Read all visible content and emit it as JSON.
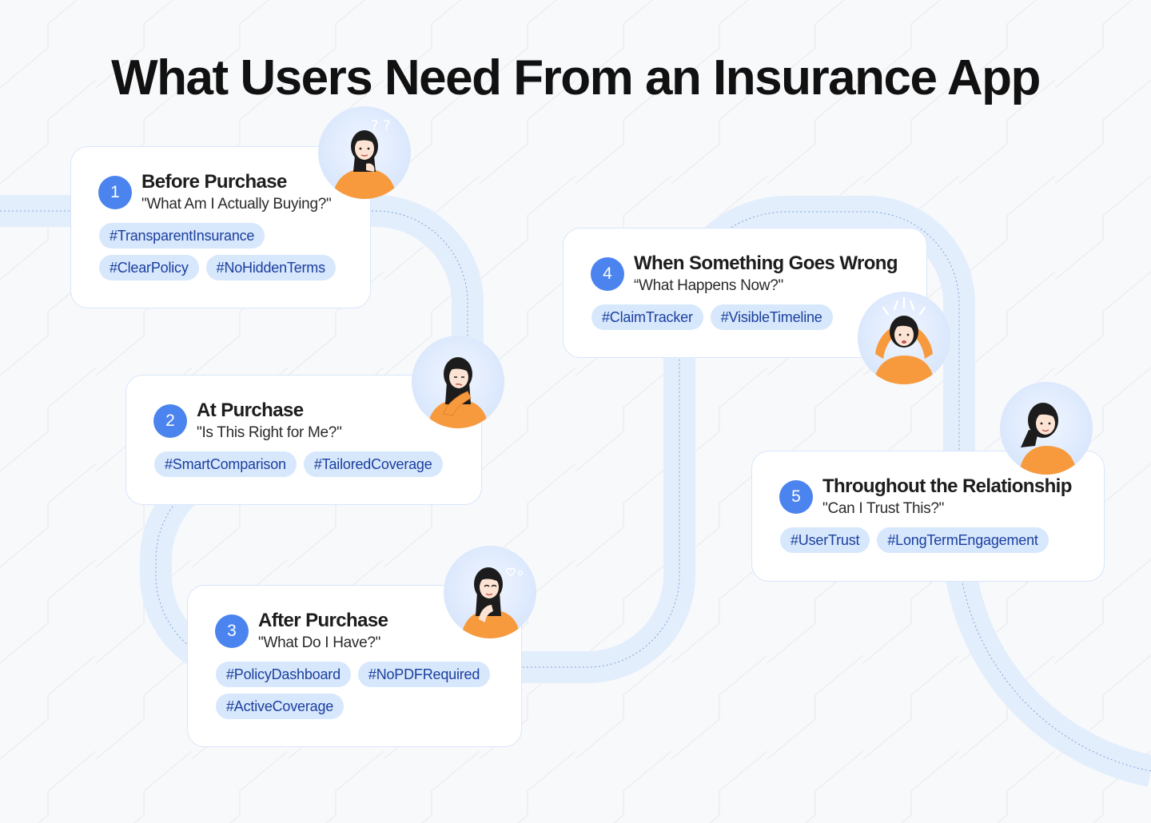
{
  "title": "What Users Need From an Insurance App",
  "stages": [
    {
      "number": "1",
      "title": "Before Purchase",
      "question": "\"What Am I Actually Buying?\"",
      "tags": [
        "#TransparentInsurance",
        "#ClearPolicy",
        "#NoHiddenTerms"
      ],
      "avatar_icon": "thinking-woman-icon"
    },
    {
      "number": "2",
      "title": "At Purchase",
      "question": "\"Is This Right for Me?\"",
      "tags": [
        "#SmartComparison",
        "#TailoredCoverage"
      ],
      "avatar_icon": "pondering-woman-icon"
    },
    {
      "number": "3",
      "title": "After Purchase",
      "question": "\"What Do I Have?\"",
      "tags": [
        "#PolicyDashboard",
        "#NoPDFRequired",
        "#ActiveCoverage"
      ],
      "avatar_icon": "happy-woman-icon"
    },
    {
      "number": "4",
      "title": "When Something Goes Wrong",
      "question": "“What Happens Now?\"",
      "tags": [
        "#ClaimTracker",
        "#VisibleTimeline"
      ],
      "avatar_icon": "stressed-woman-icon"
    },
    {
      "number": "5",
      "title": "Throughout the Relationship",
      "question": "\"Can I Trust This?\"",
      "tags": [
        "#UserTrust",
        "#LongTermEngagement"
      ],
      "avatar_icon": "confident-woman-icon"
    }
  ],
  "colors": {
    "accent": "#4b84ee",
    "tag_bg": "#d7e7fc",
    "tag_text": "#1b3f9e",
    "path": "#e3eefc",
    "avatar_orange": "#f79a3e"
  }
}
